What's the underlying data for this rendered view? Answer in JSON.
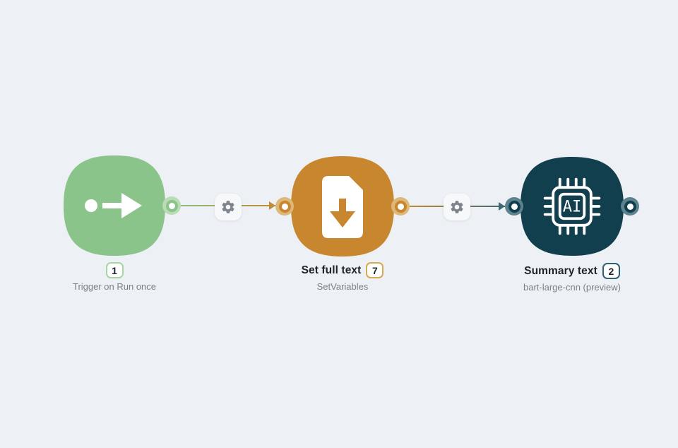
{
  "app": {
    "type": "workflow-canvas",
    "background": "#edf0f4"
  },
  "nodes": [
    {
      "name": "trigger",
      "icon": "run-arrow-icon",
      "color": "#8bc48a",
      "port_ring_color": "#b9dcb6",
      "badge": "1",
      "badge_border": "#a6d6a3",
      "title": "",
      "subtitle": "Trigger on Run once"
    },
    {
      "name": "set-full-text",
      "icon": "document-download-icon",
      "color": "#c8872f",
      "port_ring_color": "#ddb878",
      "badge": "7",
      "badge_border": "#d8a94e",
      "title": "Set full text",
      "subtitle": "SetVariables"
    },
    {
      "name": "summary-text",
      "icon": "ai-chip-icon",
      "color": "#123f4d",
      "port_ring_color": "#5d838f",
      "badge": "2",
      "badge_border": "#2f6170",
      "title": "Summary text",
      "subtitle": "bart-large-cnn (preview)",
      "chip_label": "AI"
    }
  ],
  "connections": [
    {
      "from": "trigger",
      "to": "set-full-text",
      "icon": "gear-icon",
      "color_start": "#8fbe7f",
      "color_end": "#c08c35"
    },
    {
      "from": "set-full-text",
      "to": "summary-text",
      "icon": "gear-icon",
      "color_start": "#c08c35",
      "color_end": "#3e6874"
    }
  ]
}
